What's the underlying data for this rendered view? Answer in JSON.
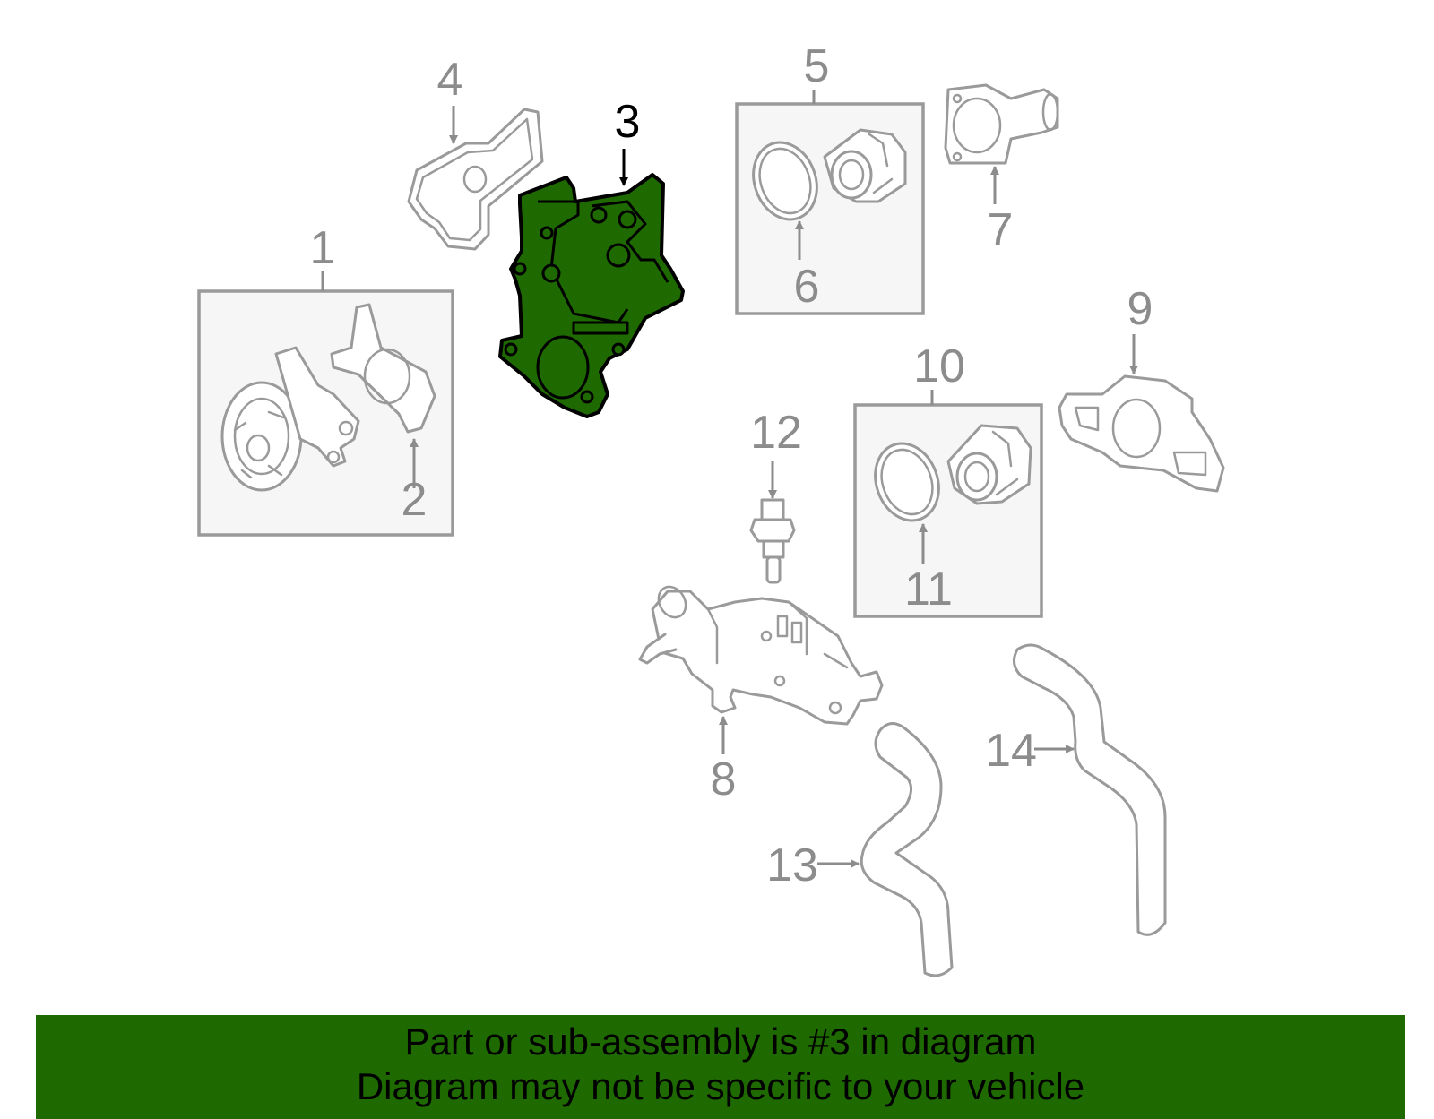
{
  "diagram": {
    "highlight_color": "#1e6a00",
    "highlighted_callout": "3",
    "callouts": [
      "1",
      "2",
      "3",
      "4",
      "5",
      "6",
      "7",
      "8",
      "9",
      "10",
      "11",
      "12",
      "13",
      "14"
    ]
  },
  "banner": {
    "background": "#1e6a00",
    "line1": "Part or sub-assembly is #3 in diagram",
    "line2": "Diagram may not be specific to your vehicle"
  }
}
